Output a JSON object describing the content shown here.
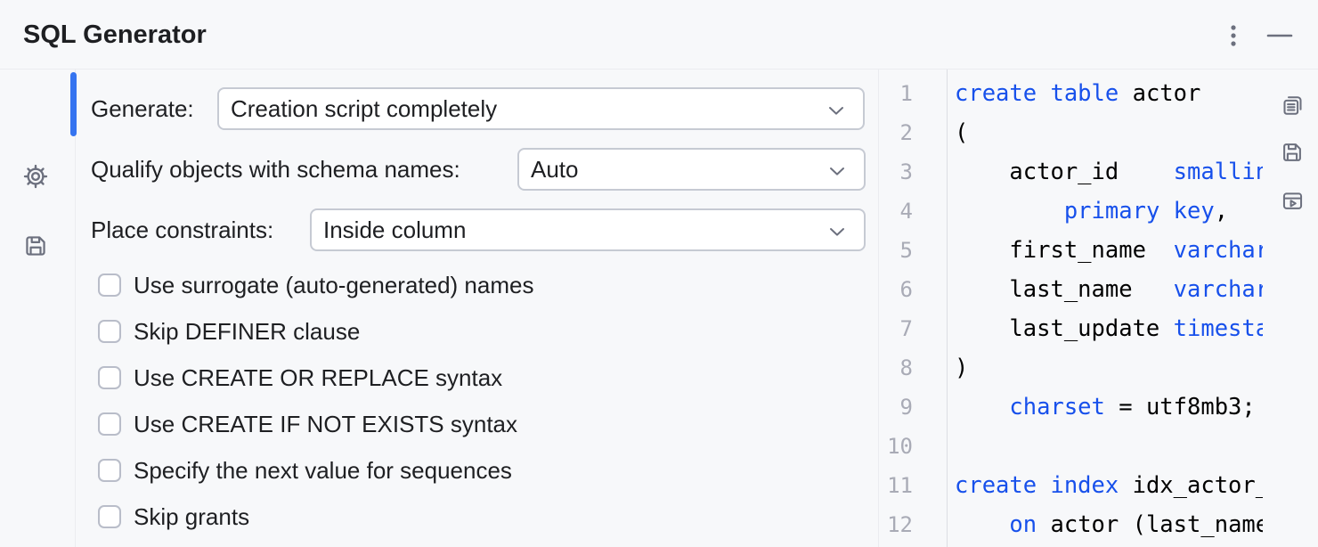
{
  "window": {
    "title": "SQL Generator"
  },
  "titlebar": {
    "more_icon": "kebab-menu-icon",
    "minimize_icon": "minimize-icon"
  },
  "sidebar": {
    "items": [
      {
        "name": "settings",
        "icon": "gear-icon"
      },
      {
        "name": "save-settings",
        "icon": "save-icon"
      }
    ]
  },
  "form": {
    "selects": [
      {
        "label": "Generate:",
        "value": "Creation script completely",
        "chevron": "chevron-down-icon"
      },
      {
        "label": "Qualify objects with schema names:",
        "value": "Auto",
        "chevron": "chevron-down-icon"
      },
      {
        "label": "Place constraints:",
        "value": "Inside column",
        "chevron": "chevron-down-icon"
      }
    ],
    "checkboxes": [
      {
        "label": "Use surrogate (auto-generated) names",
        "checked": false
      },
      {
        "label": "Skip DEFINER clause",
        "checked": false
      },
      {
        "label": "Use CREATE OR REPLACE syntax",
        "checked": false
      },
      {
        "label": "Use CREATE IF NOT EXISTS syntax",
        "checked": false
      },
      {
        "label": "Specify the next value for sequences",
        "checked": false
      },
      {
        "label": "Skip grants",
        "checked": false
      }
    ]
  },
  "editor": {
    "language": "sql",
    "lines": [
      {
        "num": "1",
        "segments": [
          {
            "text": "create table",
            "type": "keyword"
          },
          {
            "text": " actor",
            "type": "plain"
          }
        ]
      },
      {
        "num": "2",
        "segments": [
          {
            "text": "(",
            "type": "plain"
          }
        ]
      },
      {
        "num": "3",
        "segments": [
          {
            "text": "    actor_id    ",
            "type": "plain"
          },
          {
            "text": "smallint",
            "type": "keyword"
          }
        ]
      },
      {
        "num": "4",
        "segments": [
          {
            "text": "        ",
            "type": "plain"
          },
          {
            "text": "primary key",
            "type": "keyword"
          },
          {
            "text": ",",
            "type": "plain"
          }
        ]
      },
      {
        "num": "5",
        "segments": [
          {
            "text": "    first_name  ",
            "type": "plain"
          },
          {
            "text": "varchar",
            "type": "keyword"
          }
        ]
      },
      {
        "num": "6",
        "segments": [
          {
            "text": "    last_name   ",
            "type": "plain"
          },
          {
            "text": "varchar",
            "type": "keyword"
          }
        ]
      },
      {
        "num": "7",
        "segments": [
          {
            "text": "    last_update ",
            "type": "plain"
          },
          {
            "text": "timestamp",
            "type": "keyword"
          }
        ]
      },
      {
        "num": "8",
        "segments": [
          {
            "text": ")",
            "type": "plain"
          }
        ]
      },
      {
        "num": "9",
        "segments": [
          {
            "text": "    ",
            "type": "plain"
          },
          {
            "text": "charset",
            "type": "keyword"
          },
          {
            "text": " = utf8mb3;",
            "type": "plain"
          }
        ]
      },
      {
        "num": "10",
        "segments": []
      },
      {
        "num": "11",
        "segments": [
          {
            "text": "create index",
            "type": "keyword"
          },
          {
            "text": " idx_actor_last_name",
            "type": "plain"
          }
        ]
      },
      {
        "num": "12",
        "segments": [
          {
            "text": "    ",
            "type": "plain"
          },
          {
            "text": "on",
            "type": "keyword"
          },
          {
            "text": " actor (last_name);",
            "type": "plain"
          }
        ]
      }
    ],
    "toolbar": [
      {
        "name": "copy",
        "icon": "copy-icon"
      },
      {
        "name": "save-to-file",
        "icon": "save-icon"
      },
      {
        "name": "open-in-console",
        "icon": "open-in-console-icon"
      }
    ]
  },
  "colors": {
    "accent": "#3574F0",
    "keyword": "#1750EB",
    "plain": "#000000",
    "lnum": "#A9ABB6",
    "icon": "#6C707E",
    "bg": "#F7F8FA"
  }
}
